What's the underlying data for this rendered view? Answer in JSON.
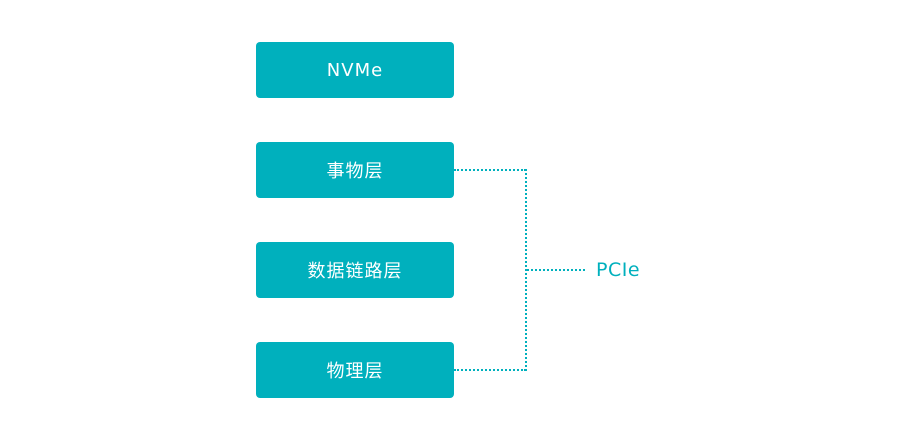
{
  "diagram": {
    "boxes": [
      {
        "label": "NVMe"
      },
      {
        "label": "事物层"
      },
      {
        "label": "数据链路层"
      },
      {
        "label": "物理层"
      }
    ],
    "bracket_label": "PCIe"
  },
  "colors": {
    "box_fill": "#00b0bd",
    "box_text": "#ffffff",
    "line": "#00b0bd",
    "label_text": "#00b0bd"
  }
}
